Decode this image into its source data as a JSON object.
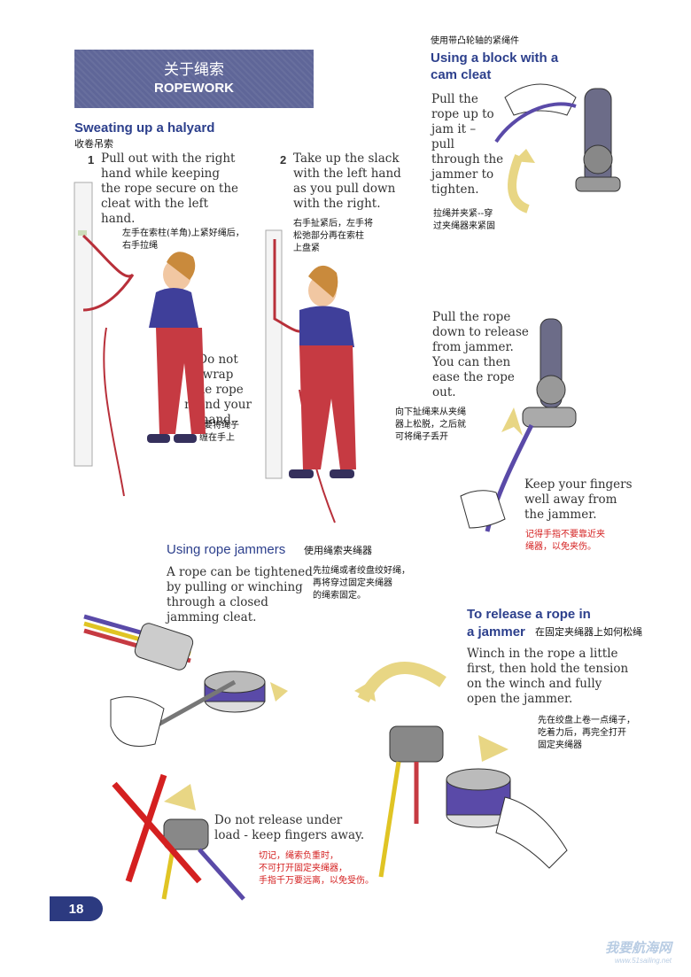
{
  "banner": {
    "title_zh": "关于绳索",
    "title_en": "ROPEWORK"
  },
  "sweating": {
    "title": "Sweating up a halyard",
    "title_zh": "收卷吊索",
    "step1": {
      "num": "1",
      "text": "Pull out with the right\nhand while keeping\nthe rope secure on the\ncleat with the left\nhand.",
      "zh": "左手在索柱(羊角)上紧好绳后，\n右手拉绳"
    },
    "step2": {
      "num": "2",
      "text": "Take up the slack\nwith the left hand\nas you pull down\nwith the right.",
      "zh": "右手扯紧后，左手将\n松弛部分再在索柱\n上盘紧"
    },
    "warning": {
      "text": "Do not wrap\nthe rope\nround your\nhand.",
      "zh": "不要将绳子\n缠在手上"
    }
  },
  "cam_cleat": {
    "title_zh": "使用带凸轮轴的紧绳件",
    "title": "Using a block with a\ncam cleat",
    "pull_up": {
      "text": "Pull the\nrope up to\njam it –\npull\nthrough the\njammer to\ntighten.",
      "zh": "拉绳并夹紧--穿\n过夹绳器来紧固"
    },
    "pull_down": {
      "text": "Pull the rope\ndown to release\nfrom jammer.\nYou can then\nease the rope\nout.",
      "zh": "向下扯绳来从夹绳\n器上松脱，之后就\n可将绳子丢开"
    },
    "fingers": {
      "text": "Keep your fingers\nwell away from\nthe jammer.",
      "zh": "记得手指不要靠近夹\n绳器，以免夹伤。"
    }
  },
  "jammers": {
    "title": "Using rope jammers",
    "title_zh": "使用绳索夹绳器",
    "text": "A rope can be tightened\nby pulling or winching\nthrough a closed\njamming cleat.",
    "zh": "先拉绳或者绞盘绞好绳，\n再将穿过固定夹绳器\n的绳索固定。"
  },
  "release": {
    "title_line1": "To release a rope in",
    "title_line2": "a jammer",
    "title_zh": "在固定夹绳器上如何松绳",
    "text": "Winch in the rope a little\nfirst, then hold the tension\non the winch and fully\nopen the jammer.",
    "zh": "先在绞盘上卷一点绳子，\n吃着力后，再完全打开\n固定夹绳器"
  },
  "no_release": {
    "text": "Do not release under\nload - keep fingers away.",
    "zh": "切记，绳索负重时，\n不可打开固定夹绳器，\n手指千万要远离，以免受伤。"
  },
  "page_number": "18",
  "watermark": {
    "main": "我要航海网",
    "sub": "www.51sailing.net"
  },
  "colors": {
    "banner": "#5f6698",
    "heading": "#2c3f8c",
    "rope_red": "#b8303a",
    "rope_purple": "#5a4aa8",
    "warning_red": "#d42020"
  }
}
